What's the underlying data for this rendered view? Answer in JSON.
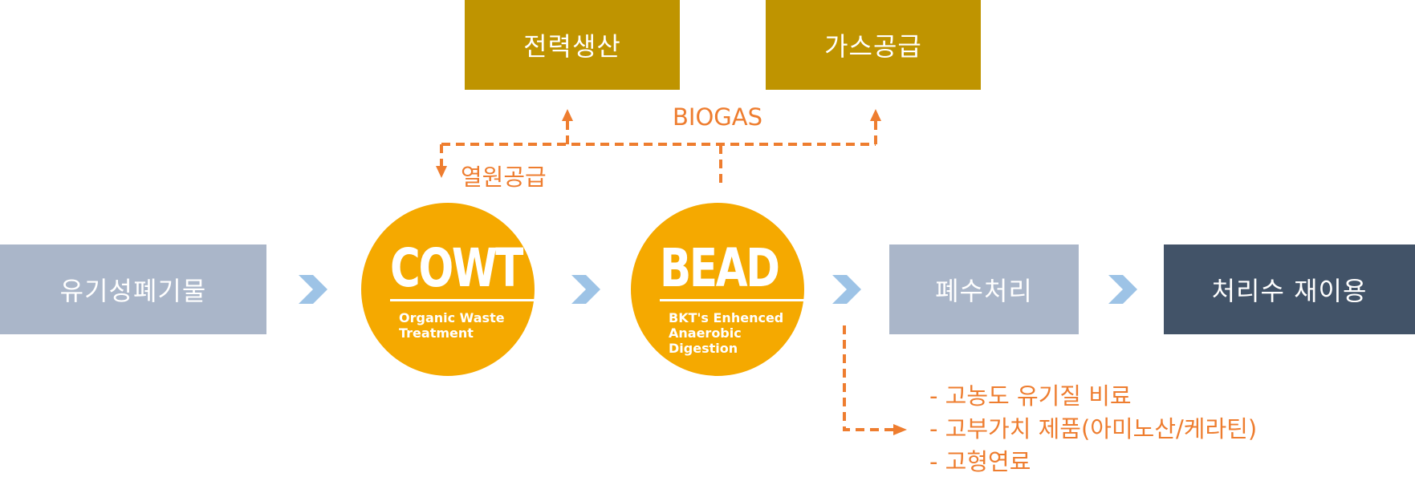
{
  "top_boxes": {
    "power": "전력생산",
    "gas": "가스공급"
  },
  "labels": {
    "biogas": "BIOGAS",
    "heat_supply": "열원공급"
  },
  "flow": {
    "input": "유기성폐기물",
    "cowt": {
      "title": "COWT",
      "subtitle": "Organic Waste\nTreatment"
    },
    "bead": {
      "title": "BEAD",
      "subtitle": "BKT's Enhenced\nAnaerobic\nDigestion"
    },
    "wastewater": "폐수처리",
    "reuse": "처리수 재이용"
  },
  "outputs": [
    "- 고농도 유기질 비료",
    "- 고부가치 제품(아미노산/케라틴)",
    "- 고형연료"
  ],
  "colors": {
    "gold": "#bf9400",
    "grey": "#aab6c9",
    "dark": "#425368",
    "circle": "#f5a900",
    "arrow_orange": "#ee7d2f",
    "chevron_blue": "#9dc3e6"
  }
}
